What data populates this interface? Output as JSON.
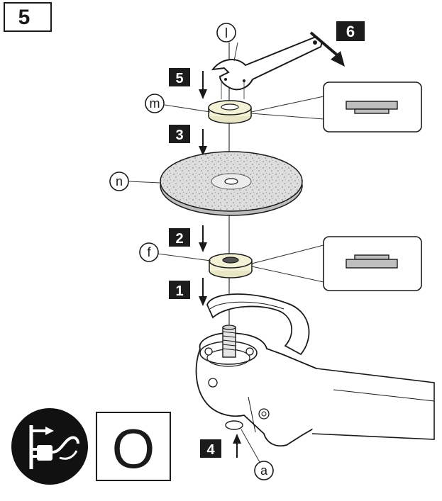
{
  "figure_number": "5",
  "step_badges": [
    "1",
    "2",
    "3",
    "4",
    "5",
    "6"
  ],
  "callout_labels": {
    "wrench": "l",
    "lock_nut": "m",
    "wheel": "n",
    "inner_flange": "f",
    "shaft_lock": "a"
  },
  "power_state_symbol": "O",
  "icons": [
    "unplug-power-icon",
    "power-off-symbol-icon"
  ],
  "colors": {
    "ink": "#1a1a1a",
    "badge": "#1c1c1c",
    "wheel": "#d9d9d9",
    "nut_fill": "#f3f1d6",
    "inset_part": "#bfbfbf"
  }
}
